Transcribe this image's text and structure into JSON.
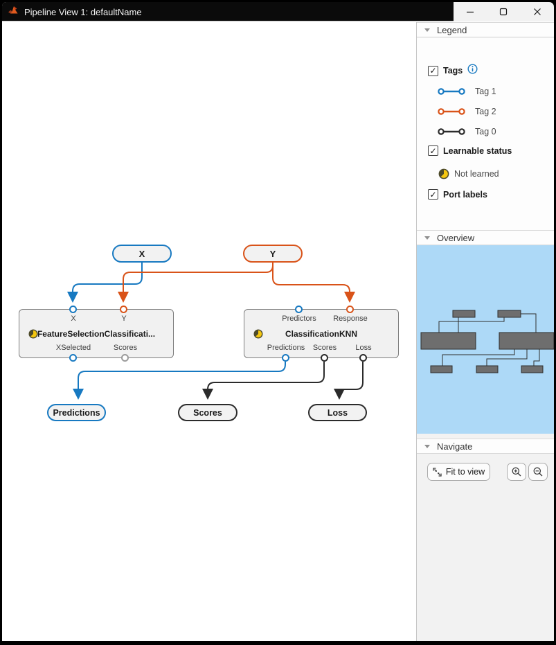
{
  "window": {
    "title": "Pipeline View 1: defaultName"
  },
  "legend": {
    "header": "Legend",
    "tags_label": "Tags",
    "tags_checked": true,
    "tags": [
      {
        "label": "Tag 1",
        "color": "#1779C1"
      },
      {
        "label": "Tag 2",
        "color": "#D95319"
      },
      {
        "label": "Tag 0",
        "color": "#2B2B2B"
      }
    ],
    "learnable_label": "Learnable status",
    "learnable_checked": true,
    "not_learned_label": "Not learned",
    "port_labels_label": "Port labels",
    "port_labels_checked": true
  },
  "overview": {
    "header": "Overview"
  },
  "navigate": {
    "header": "Navigate",
    "fit_label": "Fit to view"
  },
  "pipeline": {
    "sources": [
      {
        "label": "X",
        "color": "#1779C1"
      },
      {
        "label": "Y",
        "color": "#D95319"
      }
    ],
    "blocks": [
      {
        "title": "FeatureSelectionClassificati...",
        "status": "not-learned",
        "inputs": [
          "X",
          "Y"
        ],
        "outputs": [
          "XSelected",
          "Scores"
        ]
      },
      {
        "title": "ClassificationKNN",
        "status": "not-learned",
        "inputs": [
          "Predictors",
          "Response"
        ],
        "outputs": [
          "Predictions",
          "Scores",
          "Loss"
        ]
      }
    ],
    "sinks": [
      {
        "label": "Predictions",
        "color": "#1779C1"
      },
      {
        "label": "Scores",
        "color": "#2B2B2B"
      },
      {
        "label": "Loss",
        "color": "#2B2B2B"
      }
    ]
  },
  "colors": {
    "tag1_blue": "#1779C1",
    "tag2_orange": "#D95319",
    "tag0_black": "#2B2B2B",
    "not_learned_yellow": "#F5C710",
    "minimap_bg": "#ADD9F7",
    "minimap_block": "#6E6E6E",
    "titlebar": "#0B0B0B",
    "node_fill": "#F1F1F1"
  }
}
